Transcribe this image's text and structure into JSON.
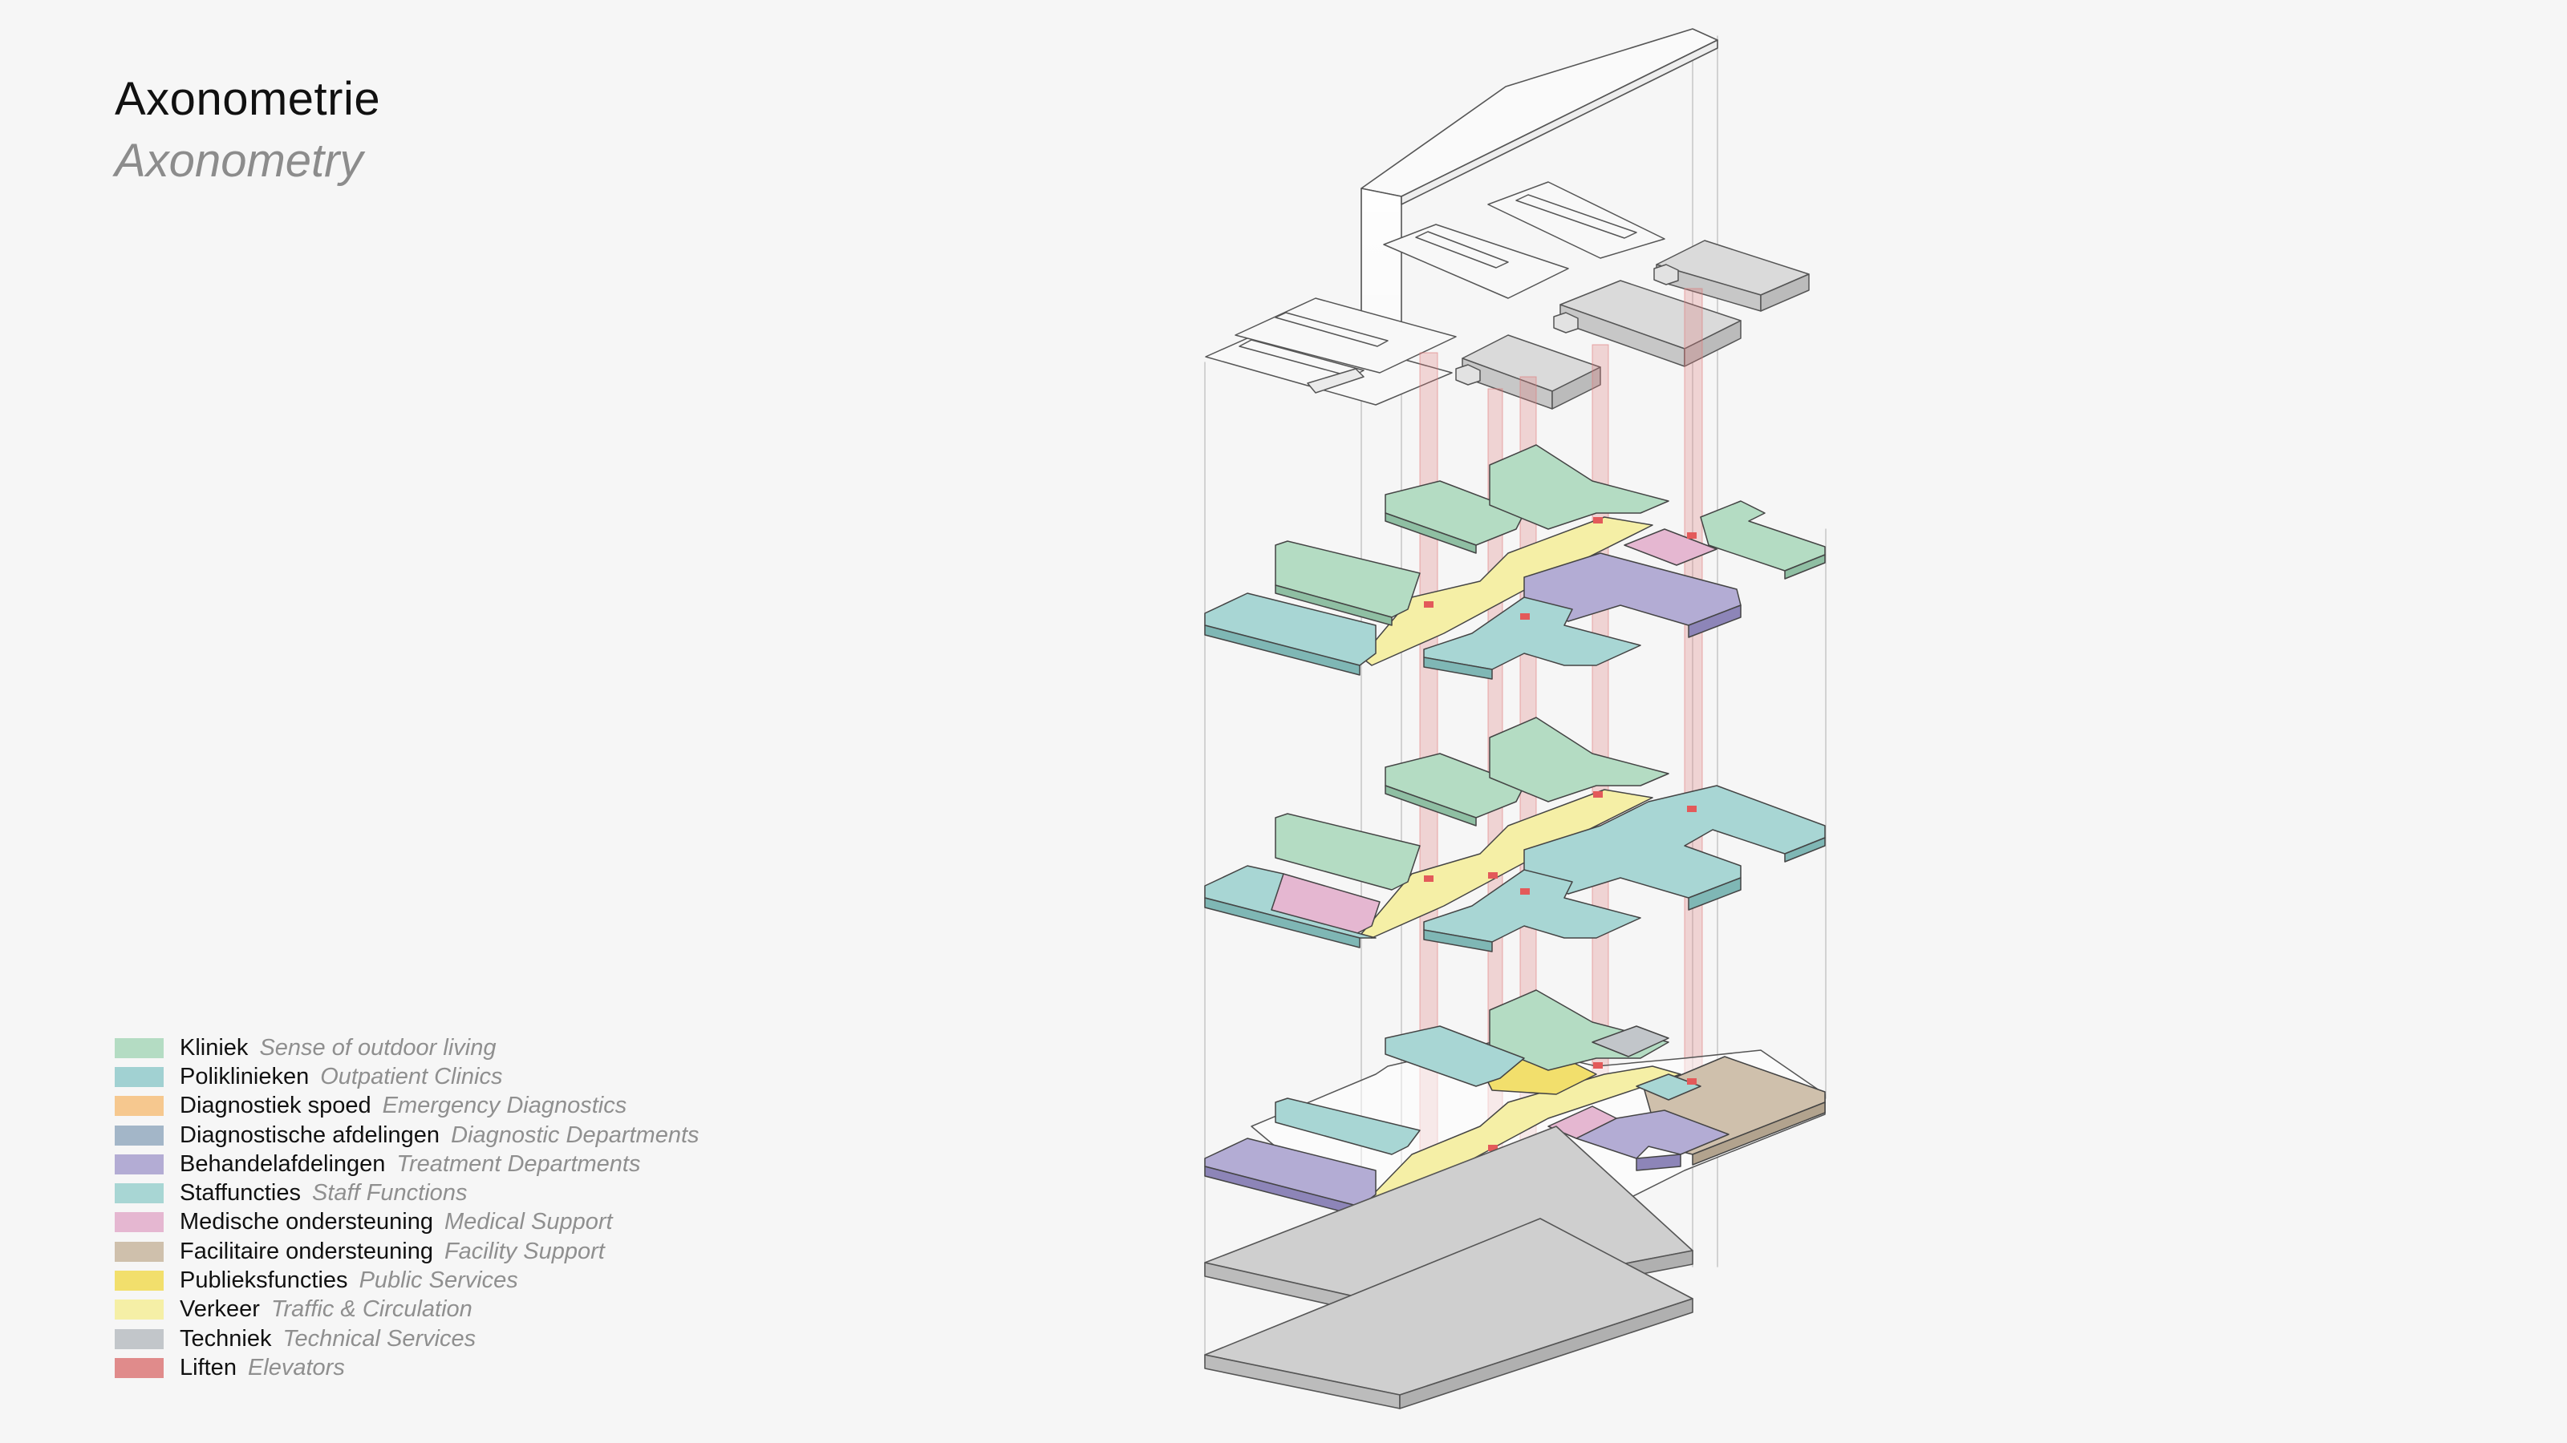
{
  "title": {
    "primary": "Axonometrie",
    "secondary": "Axonometry"
  },
  "legend": [
    {
      "name": "Kliniek",
      "translation": "Sense of outdoor living",
      "color": "#b4dcc3"
    },
    {
      "name": "Poliklinieken",
      "translation": "Outpatient Clinics",
      "color": "#a1d1d2"
    },
    {
      "name": "Diagnostiek spoed",
      "translation": "Emergency Diagnostics",
      "color": "#f6c88f"
    },
    {
      "name": "Diagnostische afdelingen",
      "translation": "Diagnostic Departments",
      "color": "#a3b6c8"
    },
    {
      "name": "Behandelafdelingen",
      "translation": "Treatment Departments",
      "color": "#b3acd4"
    },
    {
      "name": "Staffuncties",
      "translation": "Staff Functions",
      "color": "#a8d6d4"
    },
    {
      "name": "Medische ondersteuning",
      "translation": "Medical Support",
      "color": "#e5b7d1"
    },
    {
      "name": "Facilitaire ondersteuning",
      "translation": "Facility Support",
      "color": "#cfc0ac"
    },
    {
      "name": "Publieksfuncties",
      "translation": "Public Services",
      "color": "#f2df6c"
    },
    {
      "name": "Verkeer",
      "translation": "Traffic & Circulation",
      "color": "#f5efa6"
    },
    {
      "name": "Techniek",
      "translation": "Technical Services",
      "color": "#c2c6ca"
    },
    {
      "name": "Liften",
      "translation": "Elevators",
      "color": "#e08b8b"
    }
  ]
}
